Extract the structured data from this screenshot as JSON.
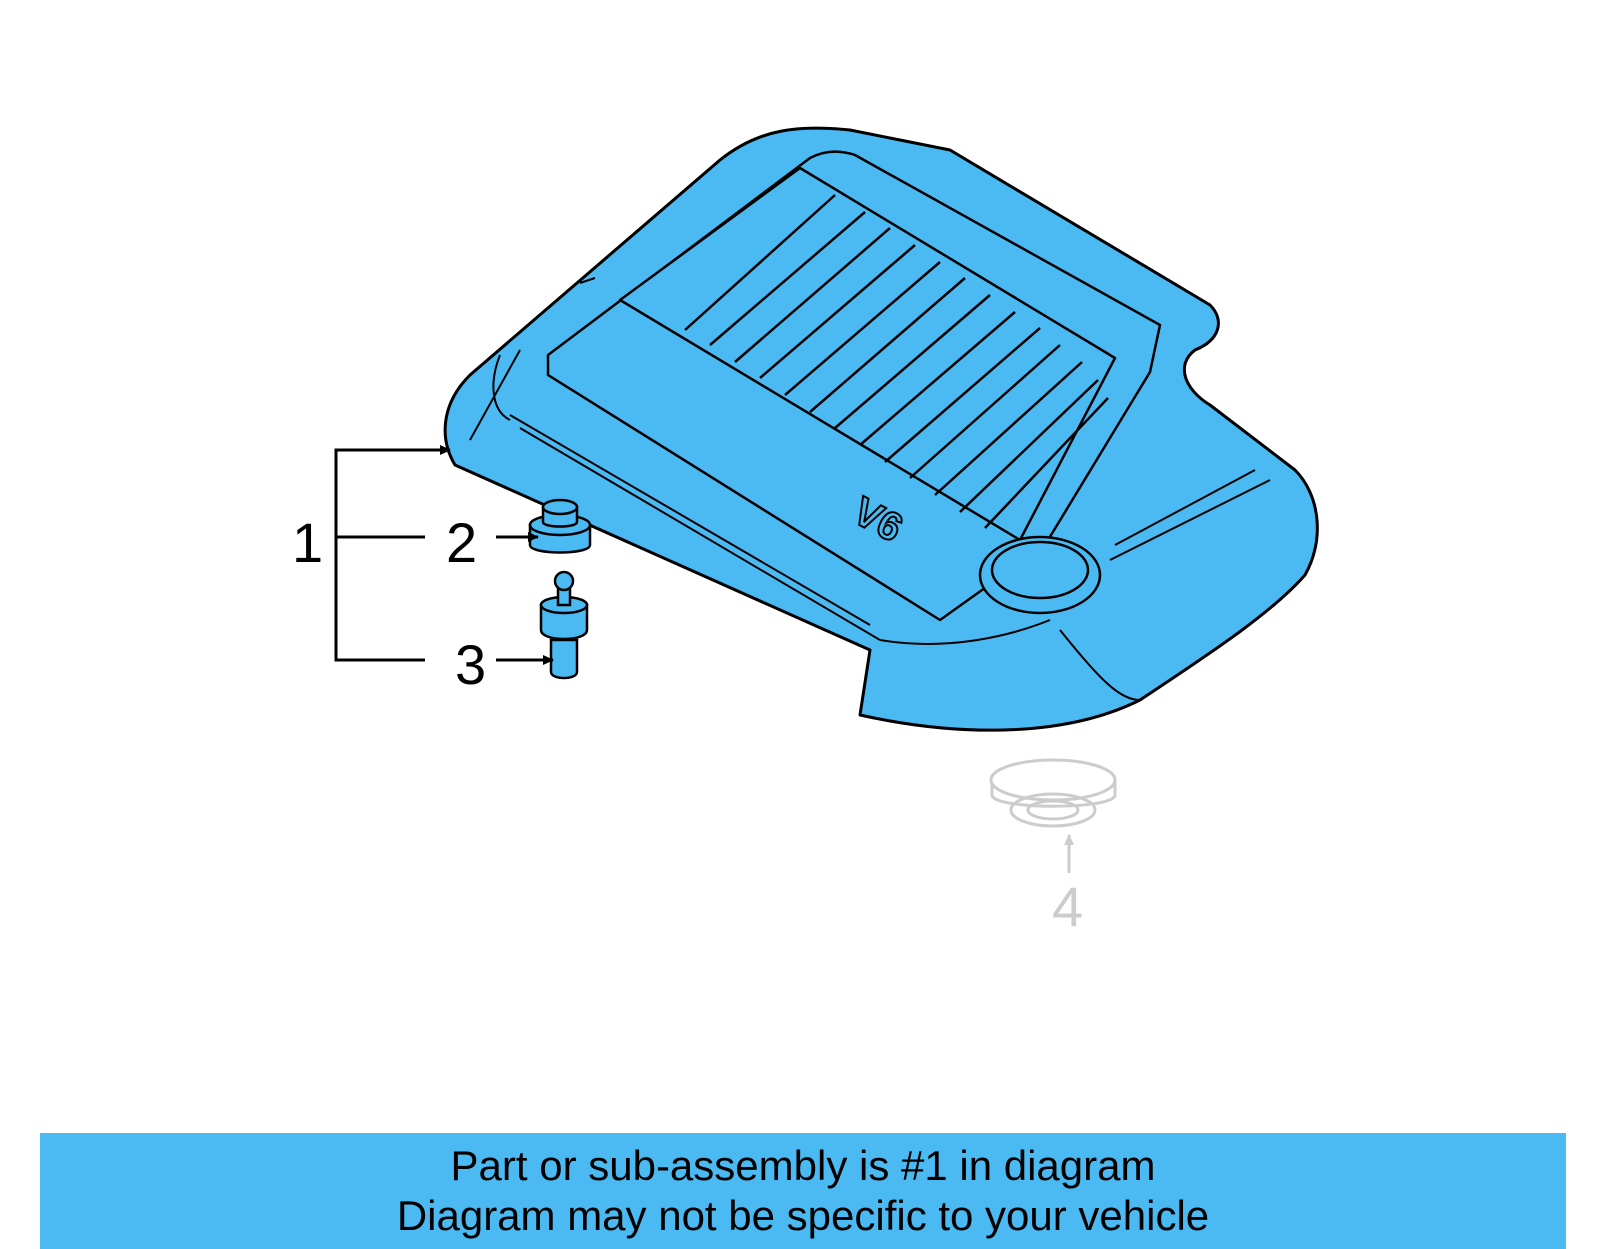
{
  "diagram": {
    "engine_label": "V6",
    "callouts": [
      {
        "number": "1"
      },
      {
        "number": "2"
      },
      {
        "number": "3"
      },
      {
        "number": "4"
      }
    ],
    "colors": {
      "highlight": "#4bbaf3",
      "outline": "#000000",
      "faded": "#cccccc",
      "banner": "#4bbaf3"
    }
  },
  "banner": {
    "line1": "Part or sub-assembly is #1 in diagram",
    "line2": "Diagram may not be specific to your vehicle"
  }
}
